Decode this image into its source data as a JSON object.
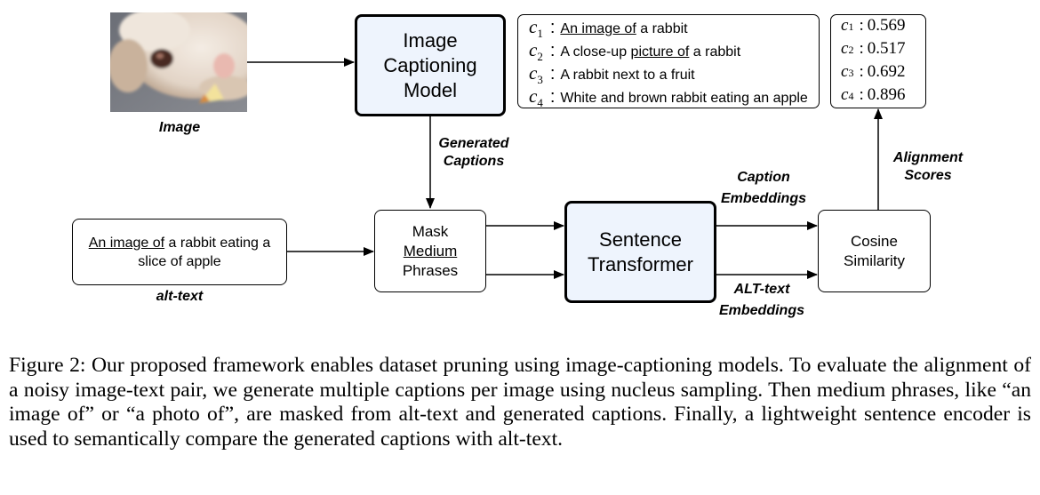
{
  "image_label": "Image",
  "captioning_model": {
    "line1": "Image",
    "line2": "Captioning",
    "line3": "Model"
  },
  "generated_captions_label": {
    "line1": "Generated",
    "line2": "Captions"
  },
  "captions": [
    {
      "var": "c",
      "sub": "1",
      "pre": "",
      "underlined": "An image of",
      "post": " a rabbit"
    },
    {
      "var": "c",
      "sub": "2",
      "pre": "A close-up ",
      "underlined": "picture of",
      "post": " a rabbit"
    },
    {
      "var": "c",
      "sub": "3",
      "pre": "A rabbit next to a fruit",
      "underlined": "",
      "post": ""
    },
    {
      "var": "c",
      "sub": "4",
      "pre": "White and brown rabbit eating an apple",
      "underlined": "",
      "post": ""
    }
  ],
  "scores": [
    {
      "var": "c",
      "sub": "1",
      "value": "0.569"
    },
    {
      "var": "c",
      "sub": "2",
      "value": "0.517"
    },
    {
      "var": "c",
      "sub": "3",
      "value": "0.692"
    },
    {
      "var": "c",
      "sub": "4",
      "value": "0.896"
    }
  ],
  "alignment_scores_label": {
    "line1": "Alignment",
    "line2": "Scores"
  },
  "alt_text": {
    "underlined": "An image of",
    "rest_line1": " a rabbit eating a",
    "line2": "slice of apple"
  },
  "alt_text_label": "alt-text",
  "mask_box": {
    "line1": "Mask",
    "line2": "Medium",
    "line3": "Phrases"
  },
  "sentence_transformer": {
    "line1": "Sentence",
    "line2": "Transformer"
  },
  "caption_embeddings_label": {
    "line1": "Caption",
    "line2": "Embeddings"
  },
  "alt_embeddings_label": {
    "line1": "ALT-text",
    "line2": "Embeddings"
  },
  "cosine_box": {
    "line1": "Cosine",
    "line2": "Similarity"
  },
  "figure_caption": "Figure 2: Our proposed framework enables dataset pruning using image-captioning models. To evaluate the alignment of a noisy image-text pair, we generate multiple captions per image using nucleus sampling. Then medium phrases, like “an image of” or “a photo of”, are masked from alt-text and generated captions. Finally, a lightweight sentence encoder is used to semantically compare the generated captions with alt-text."
}
